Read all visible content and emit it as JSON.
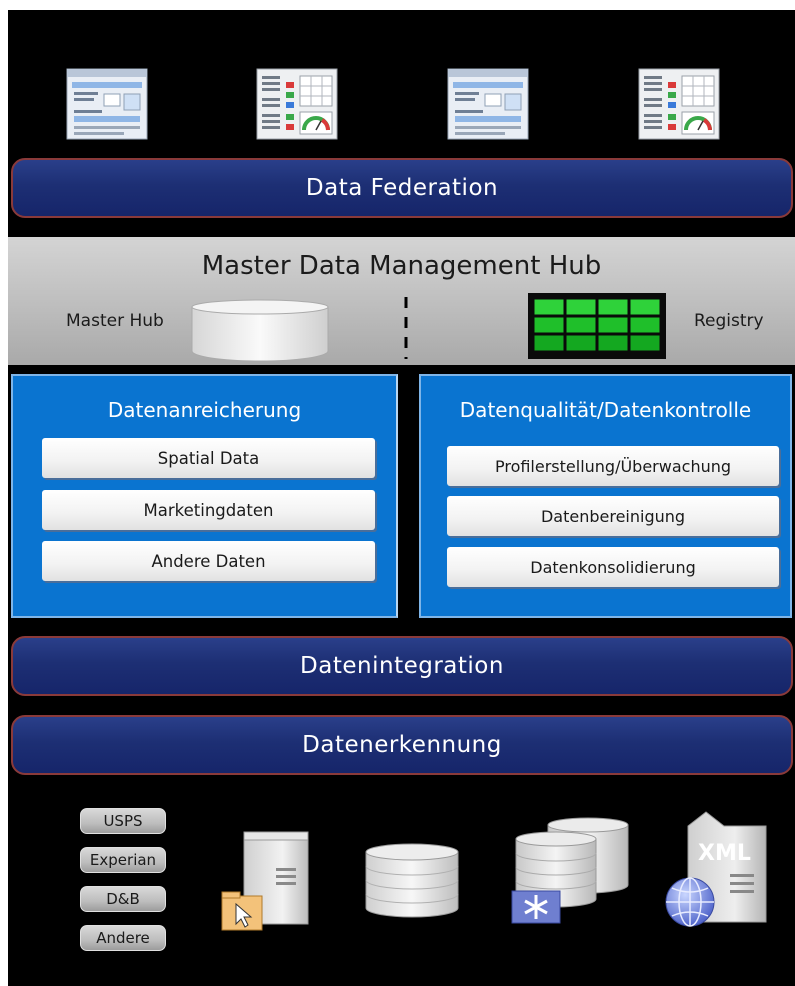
{
  "top_icons": [
    "report-form-icon",
    "dashboard-report-icon",
    "report-form-icon",
    "dashboard-report-icon"
  ],
  "data_federation": "Data Federation",
  "mdm": {
    "title": "Master Data Management Hub",
    "master_hub_label": "Master Hub",
    "registry_label": "Registry"
  },
  "enrichment": {
    "title": "Datenanreicherung",
    "items": [
      "Spatial Data",
      "Marketingdaten",
      "Andere Daten"
    ]
  },
  "quality": {
    "title": "Datenqualität/Datenkontrolle",
    "items": [
      "Profilerstellung/Überwachung",
      "Datenbereinigung",
      "Datenkonsolidierung"
    ]
  },
  "data_integration": "Datenintegration",
  "data_discovery": "Datenerkennung",
  "sources": {
    "stack": [
      "USPS",
      "Experian",
      "D&B",
      "Andere"
    ],
    "xml_label": "XML"
  },
  "colors": {
    "bar_blue": "#1d2f74",
    "panel_blue": "#0a74d0",
    "registry_green": "#1fbf2a",
    "hub_gray": "#bdbdbd"
  }
}
